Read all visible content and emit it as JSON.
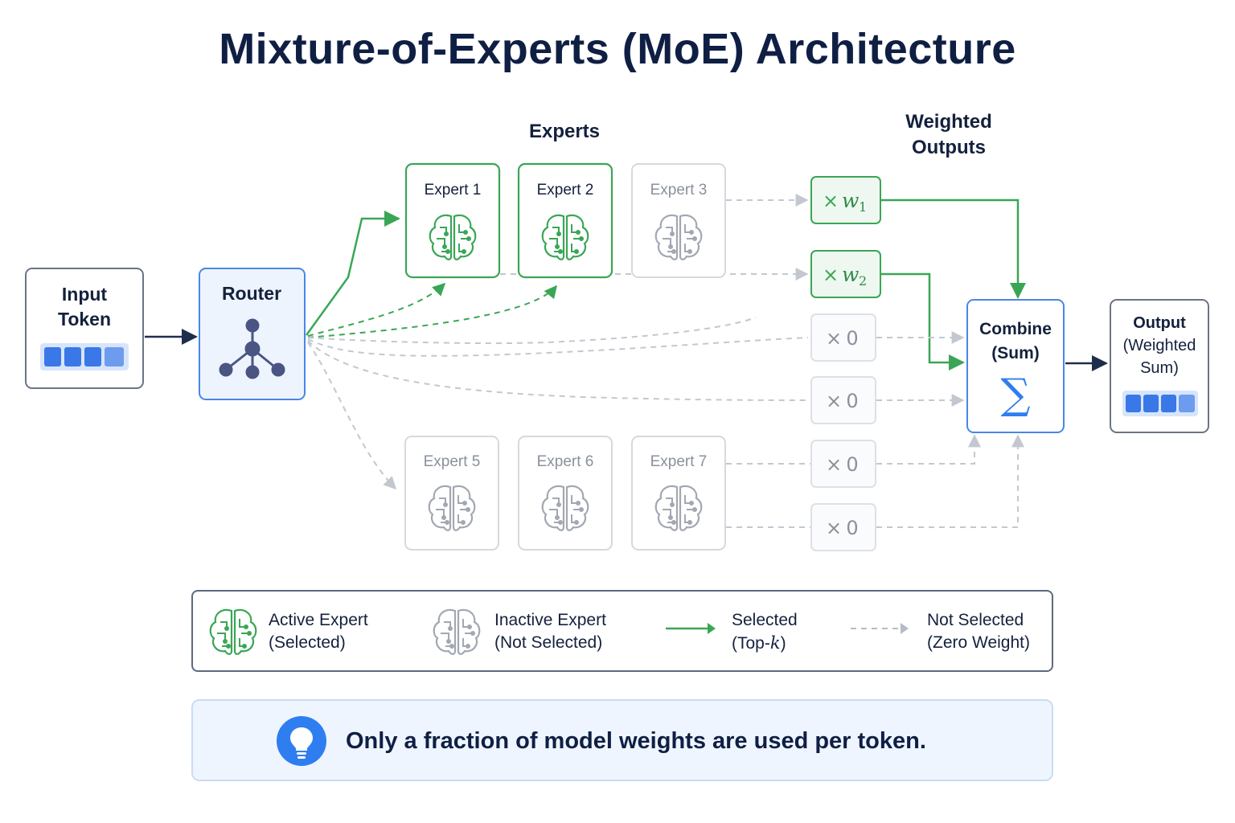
{
  "title": "Mixture-of-Experts (MoE) Architecture",
  "section_labels": {
    "experts": "Experts",
    "weighted_outputs_line1": "Weighted",
    "weighted_outputs_line2": "Outputs"
  },
  "input": {
    "line1": "Input",
    "line2": "Token"
  },
  "router": {
    "label": "Router"
  },
  "experts": [
    {
      "label": "Expert 1",
      "active": true
    },
    {
      "label": "Expert 2",
      "active": true
    },
    {
      "label": "Expert 3",
      "active": false
    },
    {
      "label": "Expert 5",
      "active": false
    },
    {
      "label": "Expert 6",
      "active": false
    },
    {
      "label": "Expert 7",
      "active": false
    }
  ],
  "weights": [
    {
      "prefix": "×",
      "symbol": "w",
      "subscript": "1",
      "active": true
    },
    {
      "prefix": "×",
      "symbol": "w",
      "subscript": "2",
      "active": true
    },
    {
      "prefix": "×",
      "value": "0",
      "active": false
    },
    {
      "prefix": "×",
      "value": "0",
      "active": false
    },
    {
      "prefix": "×",
      "value": "0",
      "active": false
    },
    {
      "prefix": "×",
      "value": "0",
      "active": false
    }
  ],
  "combine": {
    "line1": "Combine",
    "line2": "(Sum)",
    "symbol": "∑"
  },
  "output": {
    "line1": "Output",
    "line2": "(Weighted",
    "line3": "Sum)"
  },
  "legend": {
    "active_expert": {
      "line1": "Active Expert",
      "line2": "(Selected)"
    },
    "inactive_expert": {
      "line1": "Inactive Expert",
      "line2": "(Not Selected)"
    },
    "selected": {
      "line1": "Selected",
      "line2_prefix": "(Top-",
      "line2_var": "k",
      "line2_suffix": ")"
    },
    "not_selected": {
      "line1": "Not Selected",
      "line2": "(Zero Weight)"
    }
  },
  "tip": {
    "text": "Only a fraction of model weights are used per token."
  },
  "colors": {
    "active_green": "#3aa655",
    "inactive_gray": "#c3c8d0",
    "router_blue": "#4a86e8",
    "navy": "#1f2d4d",
    "token_blue": "#3b78e7"
  },
  "icons": {
    "expert": "brain-icon",
    "router": "network-tree-icon",
    "tip": "lightbulb-icon"
  }
}
